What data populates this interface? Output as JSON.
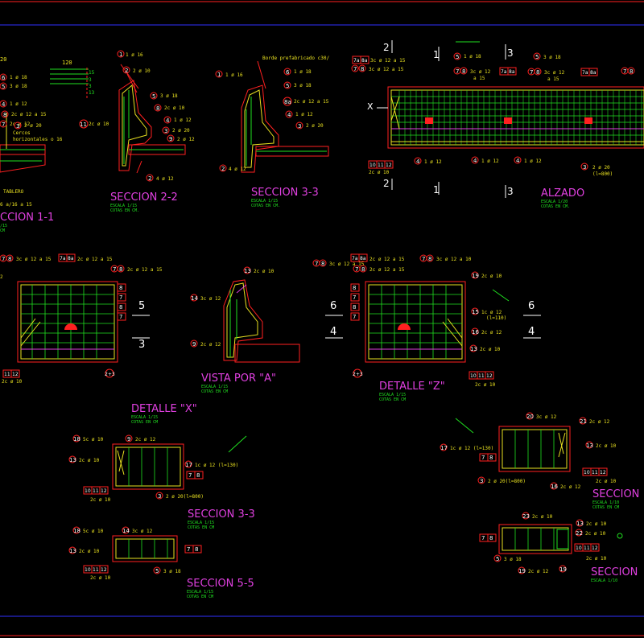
{
  "colors": {
    "background": "#000000",
    "red": "#ff2020",
    "green": "#20e020",
    "yellow": "#e8e020",
    "magenta": "#e040e0",
    "white": "#ffffff",
    "blue": "#3030ff",
    "cyan": "#20e0e0"
  },
  "titles": {
    "s11": "CCION 1-1",
    "s22": "SECCION 2-2",
    "s33": "SECCION 3-3",
    "alzado": "ALZADO",
    "vista_a": "VISTA POR \"A\"",
    "det_x": "DETALLE \"X\"",
    "det_z": "DETALLE \"Z\"",
    "s33b": "SECCION 3-3",
    "s55": "SECCION 5-5",
    "secR1": "SECCION",
    "secR2": "SECCION"
  },
  "scales": {
    "e115": "ESCALA 1/15",
    "e120": "ESCALA 1/20",
    "e110": "ESCALA 1/10",
    "cotas": "COTAS EN CM.",
    "cotas2": "COTAS EN CM",
    "e115_s11": "/15",
    "cotas_s11": "CM"
  },
  "notes": {
    "borde": "Borde prefabricado c30/",
    "tablero": "TABLERO",
    "cerco": "Cercos",
    "horiz": "horizontales o 16",
    "r120": "120",
    "alzado_x": "X",
    "mark_2": "2",
    "mark_1": "1",
    "mark_3": "3",
    "mark_4": "4",
    "mark_5": "5",
    "mark_6": "6"
  },
  "bars": {
    "b1": "1  ø 16",
    "b2": "2  ø 12",
    "b3": "3  2ø 20",
    "b5": "5  3 ø 18",
    "b6": "6  1 ø 18",
    "b7": "7  2c ø 12",
    "b8": "8  2c ø 12 a 15",
    "b9": "9  2c ø 12",
    "b10": "10 11 12",
    "b13": "13 2c ø 10",
    "b14": "14 3c ø 12",
    "b15": "15 1c ø 12",
    "b16": "16 2c ø 12",
    "b17": "17 1c ø 12 (l=130)",
    "b18": "18 5c ø 10",
    "b19": "19 2c ø 10",
    "b20": "20 3c ø 12",
    "b21": "21 2c ø 12",
    "b22": "22 2c ø 10",
    "b23": "23 2c ø 10",
    "b4": "4  1 ø 12",
    "b78": "7 8  3c ø 12 a 15",
    "b7a8a": "7a 8a  2c ø 12 a 15",
    "b2c12": "2c ø 12",
    "b2c10": "2c ø 10",
    "b2p3": "2+3",
    "b3l800": "3  2 ø 20(l=800)",
    "l800": "(l=800)",
    "l110": "(l=110)",
    "a15": "a 15"
  }
}
